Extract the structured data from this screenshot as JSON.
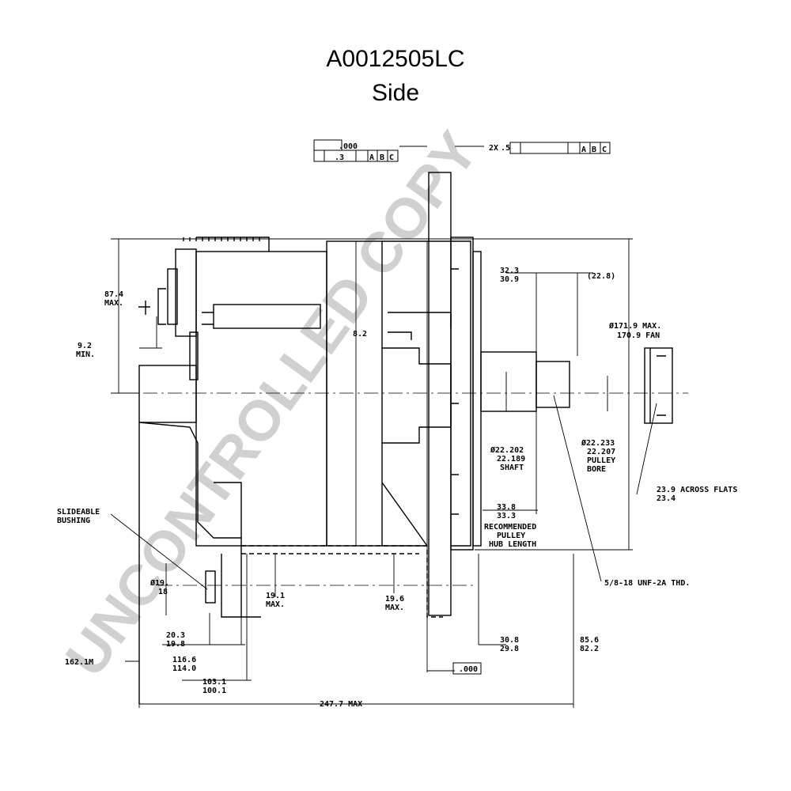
{
  "header": {
    "title": "A0012505LC",
    "subtitle": "Side"
  },
  "watermark": "UNCONTROLLED COPY",
  "fcf": {
    "left_top": ".000",
    "left_tol": ".3",
    "left_datums": [
      "A",
      "B",
      "C"
    ],
    "right_prefix": "2X",
    "right_tol": ".5",
    "right_datums": [
      "A",
      "B",
      "C"
    ]
  },
  "dims": {
    "d87": "87.4",
    "d87b": "MAX.",
    "d9": "9.2",
    "d9b": "MIN.",
    "d32a": "32.3",
    "d32b": "30.9",
    "d22p": "(22.8)",
    "fan_a": "Ø171.9 MAX.",
    "fan_b": "170.9 FAN",
    "mid": "8.2",
    "shaft_a": "Ø22.202",
    "shaft_b": "22.189",
    "shaft_c": "SHAFT",
    "bore_a": "Ø22.233",
    "bore_b": "22.207",
    "bore_c": "PULLEY",
    "bore_d": "BORE",
    "flats_a": "23.9 ACROSS FLATS",
    "flats_b": "23.4",
    "hub_a": "33.8",
    "hub_b": "33.3",
    "hub_c": "RECOMMENDED",
    "hub_d": "PULLEY",
    "hub_e": "HUB LENGTH",
    "bush_a": "SLIDEABLE",
    "bush_b": "BUSHING",
    "d19a": "Ø19.",
    "d19b": "18",
    "d191a": "19.1",
    "d191b": "MAX.",
    "d196a": "19.6",
    "d196b": "MAX.",
    "thread": "5/8-18 UNF-2A THD.",
    "d20a": "20.3",
    "d20b": "19.8",
    "d308a": "30.8",
    "d308b": "29.8",
    "d856a": "85.6",
    "d856b": "82.2",
    "d162": "162.1M",
    "d116a": "116.6",
    "d116b": "114.0",
    "basic": ".000",
    "d103a": "103.1",
    "d103b": "100.1",
    "d247": "247.7 MAX"
  }
}
